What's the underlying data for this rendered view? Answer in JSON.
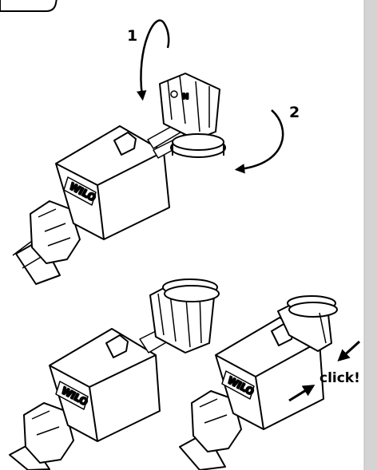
{
  "step_box": {
    "label": ""
  },
  "top_illustration": {
    "arrow_1_label": "1",
    "arrow_2_label": "2",
    "brand_label": "WILO"
  },
  "bottom_left_illustration": {
    "brand_label": "WILO"
  },
  "bottom_right_illustration": {
    "brand_label": "WILO",
    "click_label": "click!"
  },
  "colors": {
    "outline": "#000000",
    "fill": "#ffffff",
    "side_bar": "#d4d4d4"
  }
}
